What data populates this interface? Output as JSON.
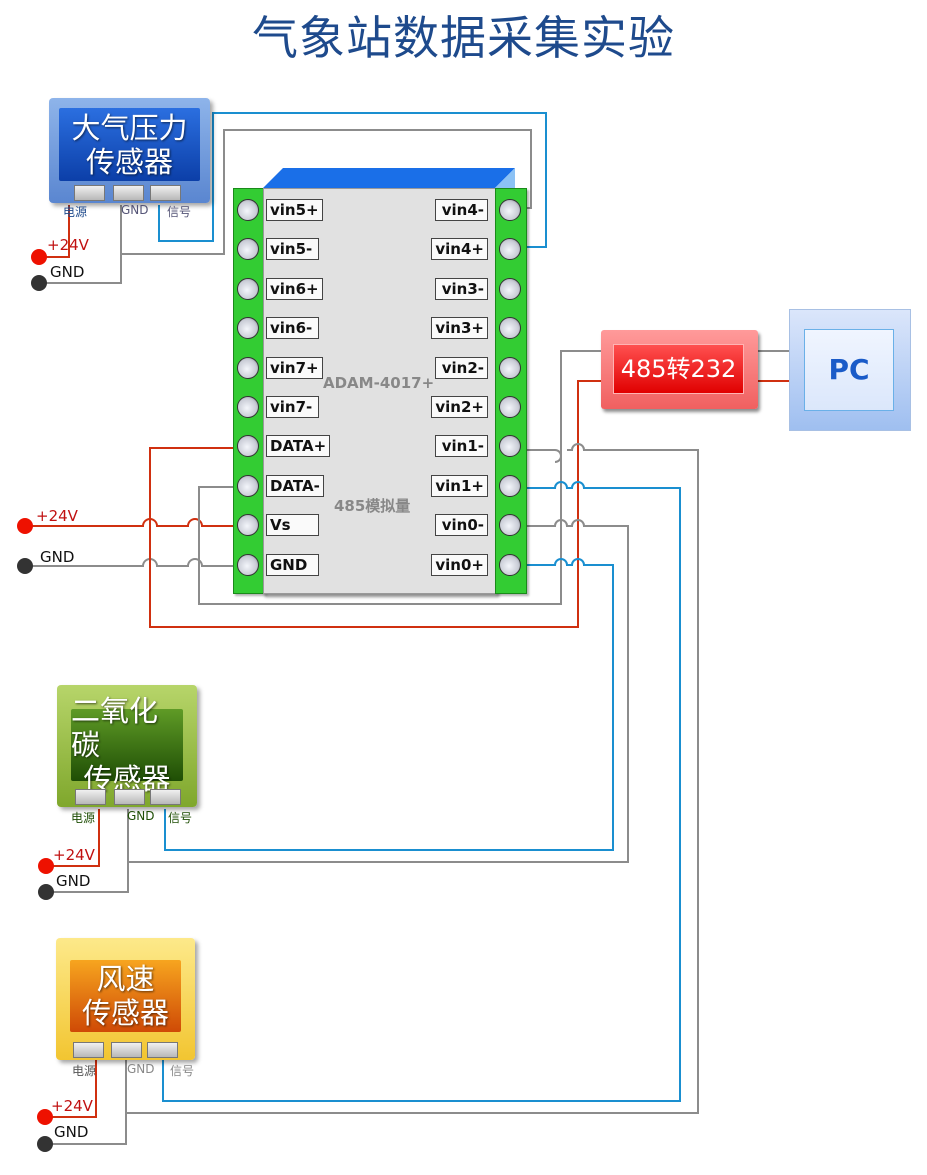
{
  "title": "气象站数据采集实验",
  "colors": {
    "title": "#1e4a8c",
    "wire_power": "#d03010",
    "wire_ground": "#8c8c8c",
    "wire_signal": "#1a8fd0",
    "module_rail": "#33cc33",
    "converter": "#ee2020",
    "pc_text": "#1a5bc8"
  },
  "sensors": [
    {
      "id": "pressure",
      "name_line1": "大气压力",
      "name_line2": "传感器",
      "theme": "blue",
      "pins": [
        "电源",
        "GND",
        "信号"
      ],
      "supply_label": "+24V",
      "ground_label": "GND",
      "signal_to": "vin4+",
      "ground_to": "vin4-"
    },
    {
      "id": "co2",
      "name_line1": "二氧化碳",
      "name_line2": "传感器",
      "theme": "green",
      "pins": [
        "电源",
        "GND",
        "信号"
      ],
      "supply_label": "+24V",
      "ground_label": "GND",
      "signal_to": "vin0+",
      "ground_to": "vin0-"
    },
    {
      "id": "wind",
      "name_line1": "风速",
      "name_line2": "传感器",
      "theme": "yellow",
      "pins": [
        "电源",
        "GND",
        "信号"
      ],
      "supply_label": "+24V",
      "ground_label": "GND",
      "signal_to": "vin1+",
      "ground_to": "vin1-"
    }
  ],
  "module": {
    "model": "ADAM-4017+",
    "subtitle": "485模拟量",
    "left_pins": [
      "vin5+",
      "vin5-",
      "vin6+",
      "vin6-",
      "vin7+",
      "vin7-",
      "DATA+",
      "DATA-",
      "Vs",
      "GND"
    ],
    "right_pins": [
      "vin4-",
      "vin4+",
      "vin3-",
      "vin3+",
      "vin2-",
      "vin2+",
      "vin1-",
      "vin1+",
      "vin0-",
      "vin0+"
    ]
  },
  "power_supply": {
    "supply_label": "+24V",
    "ground_label": "GND"
  },
  "converter": {
    "label": "485转232"
  },
  "pc": {
    "label": "PC"
  }
}
